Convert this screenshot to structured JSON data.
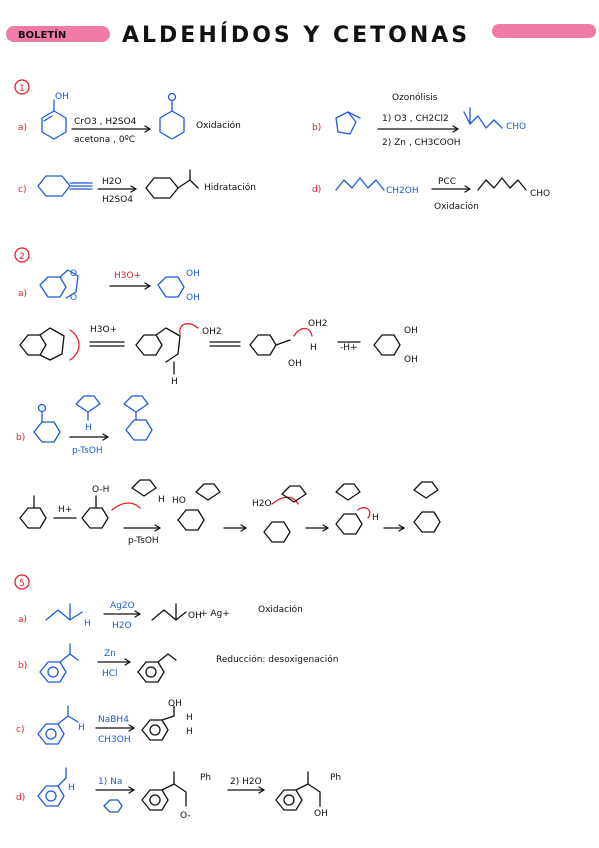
{
  "header": {
    "tag": "BOLETÍN",
    "title": "ALDEHÍDOS Y CETONAS"
  },
  "section1": {
    "number": "1",
    "a": {
      "letter": "a)",
      "reagent_top": "CrO3 , H2SO4",
      "reagent_bottom": "acetona , 0ºC",
      "note": "Oxidación"
    },
    "b": {
      "letter": "b)",
      "title": "Ozonólisis",
      "step1": "1) O3 , CH2Cl2",
      "step2": "2) Zn , CH3COOH",
      "product": "CHO"
    },
    "c": {
      "letter": "c)",
      "reagent_top": "H2O",
      "reagent_bottom": "H2SO4",
      "note": "Hidratación"
    },
    "d": {
      "letter": "d)",
      "start": "CH2OH",
      "reagent_top": "PCC",
      "reagent_bottom": "Oxidación",
      "product": "CHO"
    }
  },
  "section2": {
    "number": "2",
    "a": {
      "letter": "a)",
      "reagent": "H3O+",
      "oh1": "OH",
      "oh2": "OH",
      "mech_reagent": "H3O+",
      "water": "OH2",
      "h_label": "H",
      "h2": "H",
      "oh2_label": "OH2",
      "h_plus": "-H+",
      "oh_a": "OH",
      "oh_b": "OH",
      "oh_c": "OH"
    },
    "b": {
      "letter": "b)",
      "h_label": "H",
      "reagent_bottom": "p-TsOH",
      "mech_hplus": "H+",
      "mech_oh": "O-H",
      "mech_h": "H",
      "mech_reagent": "p-TsOH",
      "ho": "HO",
      "h2o": "H2O",
      "h_last": "H"
    }
  },
  "section5": {
    "number": "5",
    "a": {
      "letter": "a)",
      "h": "H",
      "reagent_top": "Ag2O",
      "reagent_bottom": "H2O",
      "product_oh": "OH",
      "plus": "+ Ag+",
      "note": "Oxidación"
    },
    "b": {
      "letter": "b)",
      "reagent_top": "Zn",
      "reagent_bottom": "HCl",
      "note": "Reducción: desoxigenación"
    },
    "c": {
      "letter": "c)",
      "h": "H",
      "reagent_top": "NaBH4",
      "reagent_bottom": "CH3OH",
      "oh": "OH",
      "h1": "H",
      "h2": "H"
    },
    "d": {
      "letter": "d)",
      "h": "H",
      "step1": "1) Na",
      "step2": "2) H2O",
      "ph1": "Ph",
      "ph2": "Ph",
      "o_minus": "O-",
      "oh": "OH"
    }
  },
  "colors": {
    "ink": "#111111",
    "blue": "#1e5bd8",
    "red": "#e0202a",
    "pink": "#f07aa8"
  }
}
